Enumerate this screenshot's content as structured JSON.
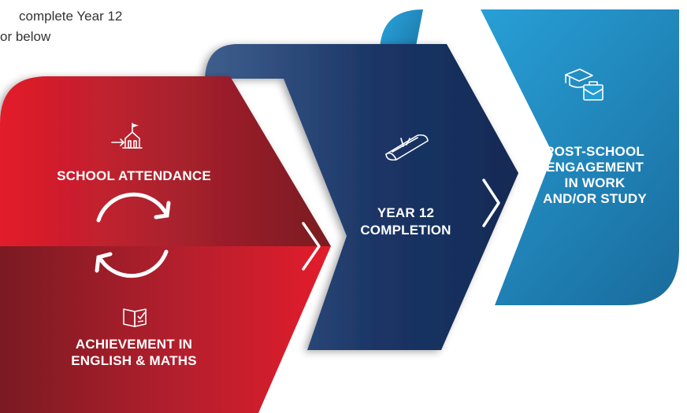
{
  "intro": {
    "line1": "complete Year 12",
    "line2": "or below"
  },
  "stages": {
    "school_attendance": {
      "label": "SCHOOL ATTENDANCE"
    },
    "achievement": {
      "line1": "ACHIEVEMENT IN",
      "line2": "ENGLISH & MATHS"
    },
    "year12": {
      "line1": "YEAR 12",
      "line2": "COMPLETION"
    },
    "post_school": {
      "line1": "POST-SCHOOL",
      "line2": "ENGAGEMENT",
      "line3": "IN WORK",
      "line4": "AND/OR STUDY"
    }
  },
  "icons": {
    "school_attendance": "school-building-icon",
    "cycle": "refresh-cycle-icon",
    "achievement": "open-book-check-icon",
    "year12": "diploma-scroll-icon",
    "post_school": "graduation-cap-briefcase-icon"
  },
  "colors": {
    "red_dark": "#7a1a22",
    "red_bright": "#e31c2b",
    "navy_dark": "#162d58",
    "navy_light": "#3c5f8f",
    "blue_dark": "#1a6b9c",
    "blue_light": "#29a6de",
    "text": "#333333"
  }
}
